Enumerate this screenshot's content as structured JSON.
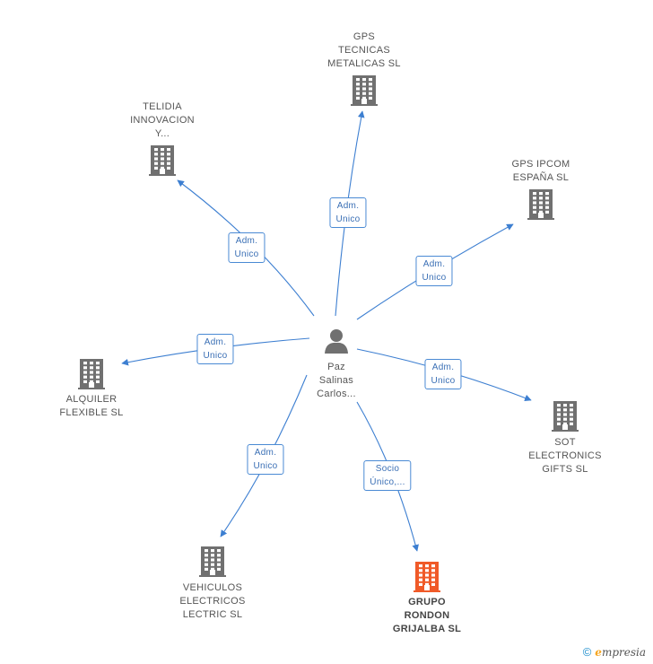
{
  "colors": {
    "edge": "#3d7fd1",
    "building": "#707070",
    "building_main": "#f05a28",
    "person": "#707070"
  },
  "center": {
    "icon": "person-icon",
    "label": "Paz\nSalinas\nCarlos..."
  },
  "nodes": [
    {
      "id": "gps-tecnicas",
      "icon": "building-icon",
      "label": "GPS\nTECNICAS\nMETALICAS  SL",
      "main": false
    },
    {
      "id": "telidia",
      "icon": "building-icon",
      "label": "TELIDIA\nINNOVACION\nY...",
      "main": false
    },
    {
      "id": "gps-ipcom",
      "icon": "building-icon",
      "label": "GPS IPCOM\nESPAÑA SL",
      "main": false
    },
    {
      "id": "alquiler",
      "icon": "building-icon",
      "label": "ALQUILER\nFLEXIBLE SL",
      "main": false
    },
    {
      "id": "sot",
      "icon": "building-icon",
      "label": "SOT\nELECTRONICS\nGIFTS  SL",
      "main": false
    },
    {
      "id": "vehiculos",
      "icon": "building-icon",
      "label": "VEHICULOS\nELECTRICOS\nLECTRIC SL",
      "main": false
    },
    {
      "id": "grupo-rondon",
      "icon": "building-icon",
      "label": "GRUPO\nRONDON\nGRIJALBA  SL",
      "main": true
    }
  ],
  "edges": [
    {
      "to": "gps-tecnicas",
      "label": "Adm.\nUnico"
    },
    {
      "to": "telidia",
      "label": "Adm.\nUnico"
    },
    {
      "to": "gps-ipcom",
      "label": "Adm.\nUnico"
    },
    {
      "to": "alquiler",
      "label": "Adm.\nUnico"
    },
    {
      "to": "sot",
      "label": "Adm.\nUnico"
    },
    {
      "to": "vehiculos",
      "label": "Adm.\nUnico"
    },
    {
      "to": "grupo-rondon",
      "label": "Socio\nÚnico,..."
    }
  ],
  "footer": {
    "copyright_symbol": "©",
    "brand_initial": "e",
    "brand_rest": "mpresia"
  }
}
